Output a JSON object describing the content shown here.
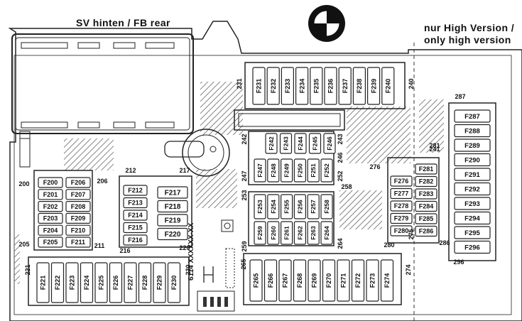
{
  "header": {
    "title_left": "SV hinten / FB rear",
    "title_right_line1": "nur High Version /",
    "title_right_line2": "only high version"
  },
  "logo": {
    "name": "bmw-logo",
    "colors": [
      "#111111",
      "#ffffff"
    ]
  },
  "colors": {
    "line": "#222222",
    "panel": "#ffffff",
    "hatch": "#666666"
  },
  "part_number": "6114 XXXXXX-XX",
  "fuse_labels": {
    "row_top": [
      "F231",
      "F232",
      "F233",
      "F234",
      "F235",
      "F236",
      "F237",
      "F238",
      "F239",
      "F240"
    ],
    "row_bottom_left": [
      "F221",
      "F222",
      "F223",
      "F224",
      "F225",
      "F226",
      "F227",
      "F228",
      "F229",
      "F230"
    ],
    "row_bottom_right": [
      "F265",
      "F266",
      "F267",
      "F268",
      "F269",
      "F270",
      "F271",
      "F272",
      "F273",
      "F274"
    ],
    "col_left_a": [
      "F200",
      "F201",
      "F202",
      "F203",
      "F204",
      "F205"
    ],
    "col_left_b": [
      "F206",
      "F207",
      "F208",
      "F209",
      "F210",
      "F211"
    ],
    "col_mid_small": [
      "F212",
      "F213",
      "F214",
      "F215",
      "F216"
    ],
    "col_mid_large": [
      "F217",
      "F218",
      "F219",
      "F220"
    ],
    "block_c_top": [
      "F242",
      "F243",
      "F244",
      "F245",
      "F246"
    ],
    "block_c_bottom": [
      "F247",
      "F248",
      "F249",
      "F250",
      "F251",
      "F252"
    ],
    "block_d_top": [
      "F253",
      "F254",
      "F255",
      "F256",
      "F257",
      "F258"
    ],
    "block_d_bottom": [
      "F259",
      "F260",
      "F261",
      "F262",
      "F263",
      "F264"
    ],
    "col_right_a": [
      "F276",
      "F277",
      "F278",
      "F279",
      "F280"
    ],
    "col_right_b": [
      "F281",
      "F282",
      "F283",
      "F284",
      "F285",
      "F286"
    ],
    "col_far_right": [
      "F287",
      "F288",
      "F289",
      "F290",
      "F291",
      "F292",
      "F293",
      "F294",
      "F295",
      "F296"
    ]
  },
  "group_labels": [
    "200",
    "205",
    "206",
    "211",
    "212",
    "216",
    "217",
    "220",
    "221",
    "230",
    "231",
    "240",
    "241",
    "242",
    "243",
    "246",
    "247",
    "252",
    "253",
    "258",
    "259",
    "264",
    "265",
    "274",
    "275",
    "276",
    "280",
    "281",
    "286",
    "287",
    "296"
  ]
}
